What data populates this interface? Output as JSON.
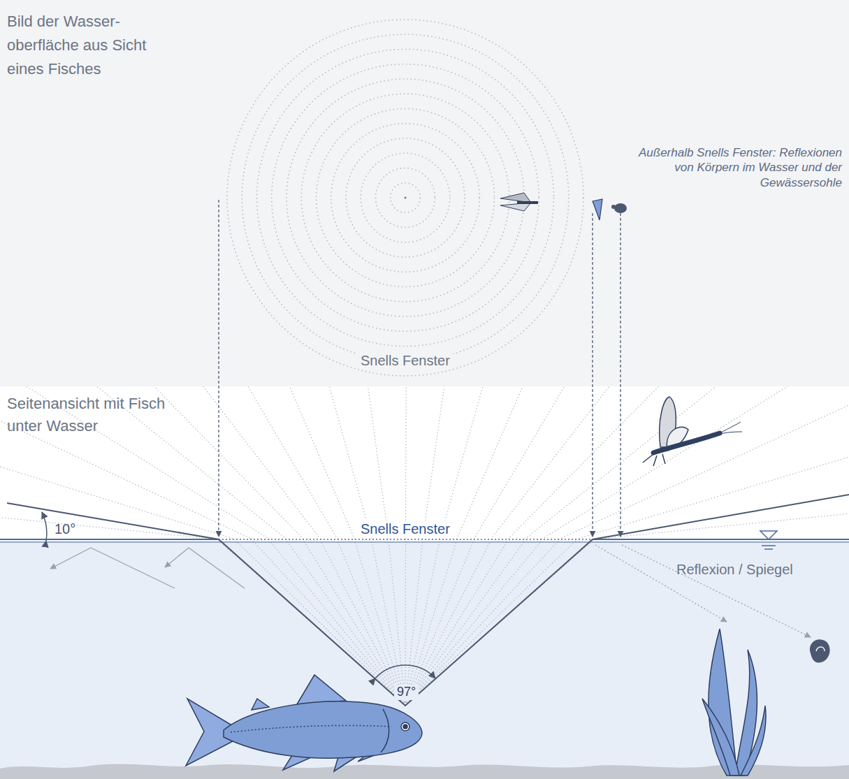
{
  "diagram": {
    "labels": [
      "Bild der Wasser- oberfläche aus Sicht eines Fisches",
      "Außerhalb Snells Fenster: Reflexionen von Körpern im Wasser und der Gewässersohle",
      "Snells Fenster",
      "Seitenansicht mit Fisch unter Wasser",
      "10°",
      "Snells Fenster",
      "Reflexion / Spiegel",
      "97°"
    ]
  }
}
